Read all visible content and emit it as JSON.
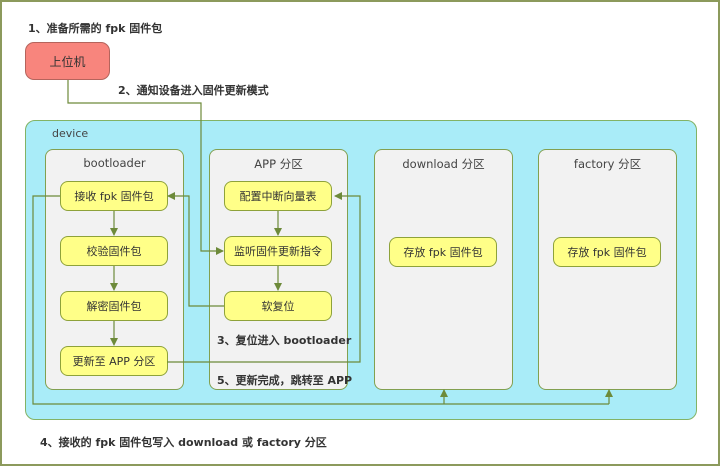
{
  "notes": {
    "step1": "1、准备所需的 fpk 固件包",
    "step2": "2、通知设备进入固件更新模式",
    "step3": "3、复位进入 bootloader",
    "step4": "4、接收的 fpk 固件包写入 download 或 factory 分区",
    "step5": "5、更新完成，跳转至 APP"
  },
  "host": {
    "label": "上位机"
  },
  "device": {
    "label": "device"
  },
  "panels": {
    "bootloader": {
      "title": "bootloader",
      "steps": [
        "接收 fpk 固件包",
        "校验固件包",
        "解密固件包",
        "更新至 APP 分区"
      ]
    },
    "app": {
      "title": "APP 分区",
      "steps": [
        "配置中断向量表",
        "监听固件更新指令",
        "软复位"
      ]
    },
    "download": {
      "title": "download 分区",
      "steps": [
        "存放 fpk 固件包"
      ]
    },
    "factory": {
      "title": "factory 分区",
      "steps": [
        "存放 fpk 固件包"
      ]
    }
  },
  "colors": {
    "host": "#f8857d",
    "device": "#a9ecf8",
    "step": "#ffff88",
    "line": "#6d8a3a"
  }
}
